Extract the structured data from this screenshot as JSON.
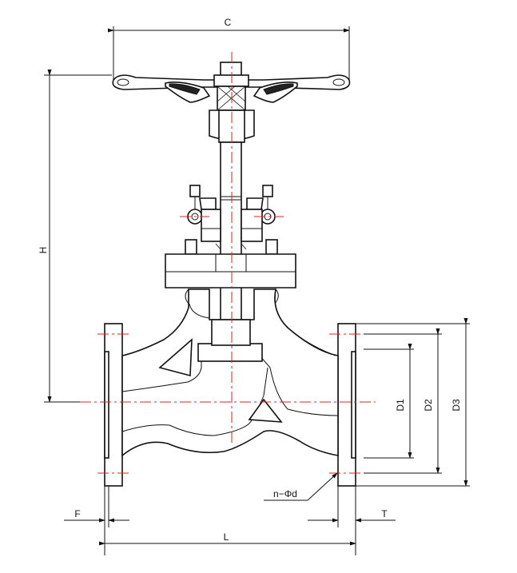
{
  "diagram": {
    "labels": {
      "C": "C",
      "H": "H",
      "D1": "D1",
      "D2": "D2",
      "D3": "D3",
      "n_d": "n−Φd",
      "F": "F",
      "T": "T",
      "L": "L"
    },
    "colors": {
      "line": "#111111",
      "centerline": "#e02020",
      "background": "#ffffff"
    }
  }
}
